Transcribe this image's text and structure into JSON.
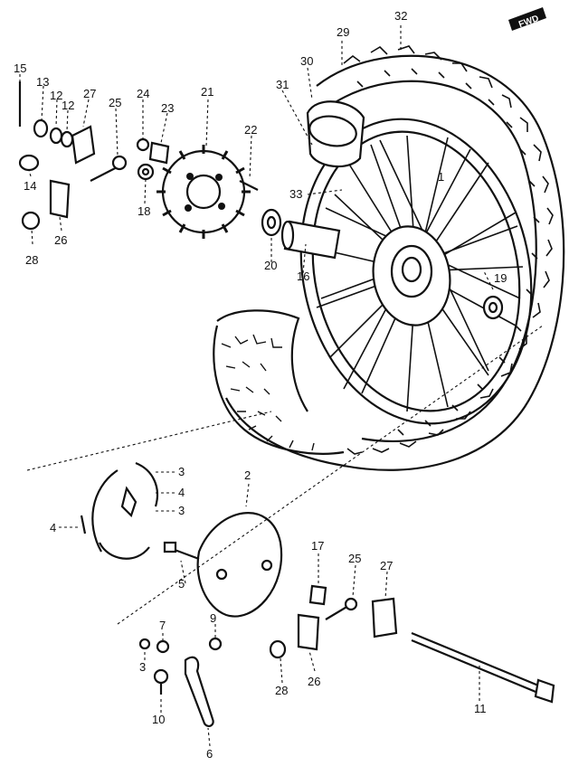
{
  "diagram": {
    "direction_badge": "FWD",
    "callouts": [
      {
        "id": "c1",
        "text": "1"
      },
      {
        "id": "c2",
        "text": "2"
      },
      {
        "id": "c3a",
        "text": "3"
      },
      {
        "id": "c3b",
        "text": "3"
      },
      {
        "id": "c3c",
        "text": "3"
      },
      {
        "id": "c4a",
        "text": "4"
      },
      {
        "id": "c4b",
        "text": "4"
      },
      {
        "id": "c5",
        "text": "5"
      },
      {
        "id": "c6",
        "text": "6"
      },
      {
        "id": "c7",
        "text": "7"
      },
      {
        "id": "c9",
        "text": "9"
      },
      {
        "id": "c10",
        "text": "10"
      },
      {
        "id": "c11",
        "text": "11"
      },
      {
        "id": "c12a",
        "text": "12"
      },
      {
        "id": "c12b",
        "text": "12"
      },
      {
        "id": "c13",
        "text": "13"
      },
      {
        "id": "c14",
        "text": "14"
      },
      {
        "id": "c15",
        "text": "15"
      },
      {
        "id": "c16",
        "text": "16"
      },
      {
        "id": "c17",
        "text": "17"
      },
      {
        "id": "c18",
        "text": "18"
      },
      {
        "id": "c19",
        "text": "19"
      },
      {
        "id": "c20",
        "text": "20"
      },
      {
        "id": "c21",
        "text": "21"
      },
      {
        "id": "c22",
        "text": "22"
      },
      {
        "id": "c23",
        "text": "23"
      },
      {
        "id": "c24",
        "text": "24"
      },
      {
        "id": "c25a",
        "text": "25"
      },
      {
        "id": "c25b",
        "text": "25"
      },
      {
        "id": "c26a",
        "text": "26"
      },
      {
        "id": "c26b",
        "text": "26"
      },
      {
        "id": "c27a",
        "text": "27"
      },
      {
        "id": "c27b",
        "text": "27"
      },
      {
        "id": "c28a",
        "text": "28"
      },
      {
        "id": "c28b",
        "text": "28"
      },
      {
        "id": "c29",
        "text": "29"
      },
      {
        "id": "c30",
        "text": "30"
      },
      {
        "id": "c31",
        "text": "31"
      },
      {
        "id": "c32",
        "text": "32"
      },
      {
        "id": "c33",
        "text": "33"
      }
    ]
  }
}
